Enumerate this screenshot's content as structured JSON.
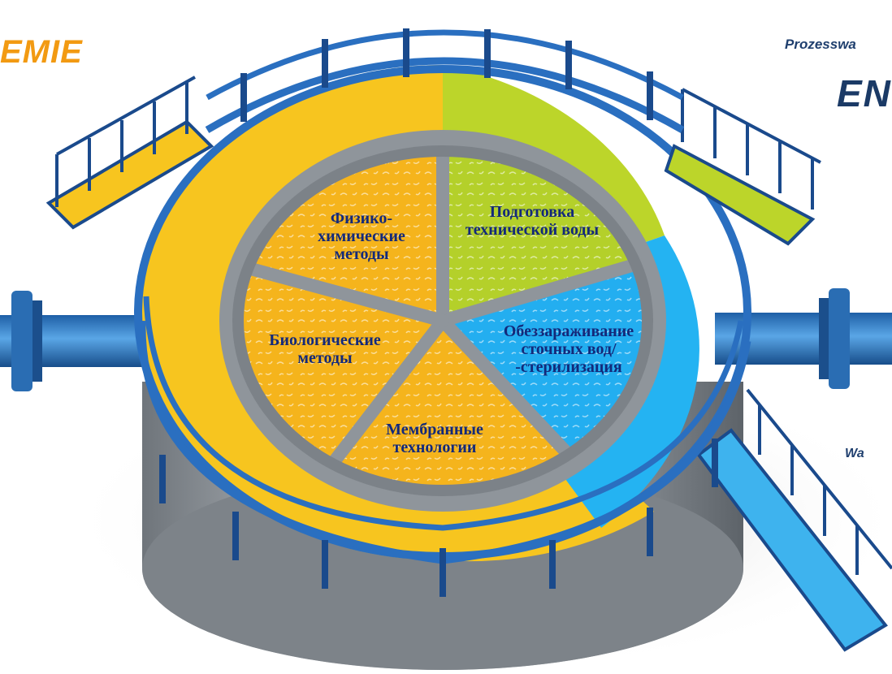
{
  "logo": {
    "left_text": "EMIE",
    "right_tagline": "Prozesswa",
    "right_brand": "EN",
    "right_sub": "Wa"
  },
  "segments": [
    {
      "id": "physchem",
      "lines": [
        "Физико-",
        "химические",
        "методы"
      ],
      "color": "#f5b41c"
    },
    {
      "id": "water_prep",
      "lines": [
        "Подготовка",
        "технической воды"
      ],
      "color": "#b4d02a"
    },
    {
      "id": "disinfection",
      "lines": [
        "Обеззараживание",
        "сточных вод/",
        "-стерилизация"
      ],
      "color": "#23aef0"
    },
    {
      "id": "membrane",
      "lines": [
        "Мембранные",
        "технологии"
      ],
      "color": "#f5b41c"
    },
    {
      "id": "biological",
      "lines": [
        "Биологические",
        "методы"
      ],
      "color": "#f5b41c"
    }
  ],
  "colors": {
    "rail": "#2a6fc0",
    "rail_dark": "#1a4a8c",
    "tank_wall": "#9aa0a6",
    "ring_yellow": "#f7c51f",
    "ring_green": "#bcd52a",
    "ring_blue": "#24b3f2",
    "pipe": "#2f7fc9",
    "label": "#13297a"
  },
  "icons": [
    "pipe-left-icon",
    "pipe-right-icon",
    "stair-left-icon",
    "stair-right-top-icon",
    "stair-right-bottom-icon"
  ]
}
